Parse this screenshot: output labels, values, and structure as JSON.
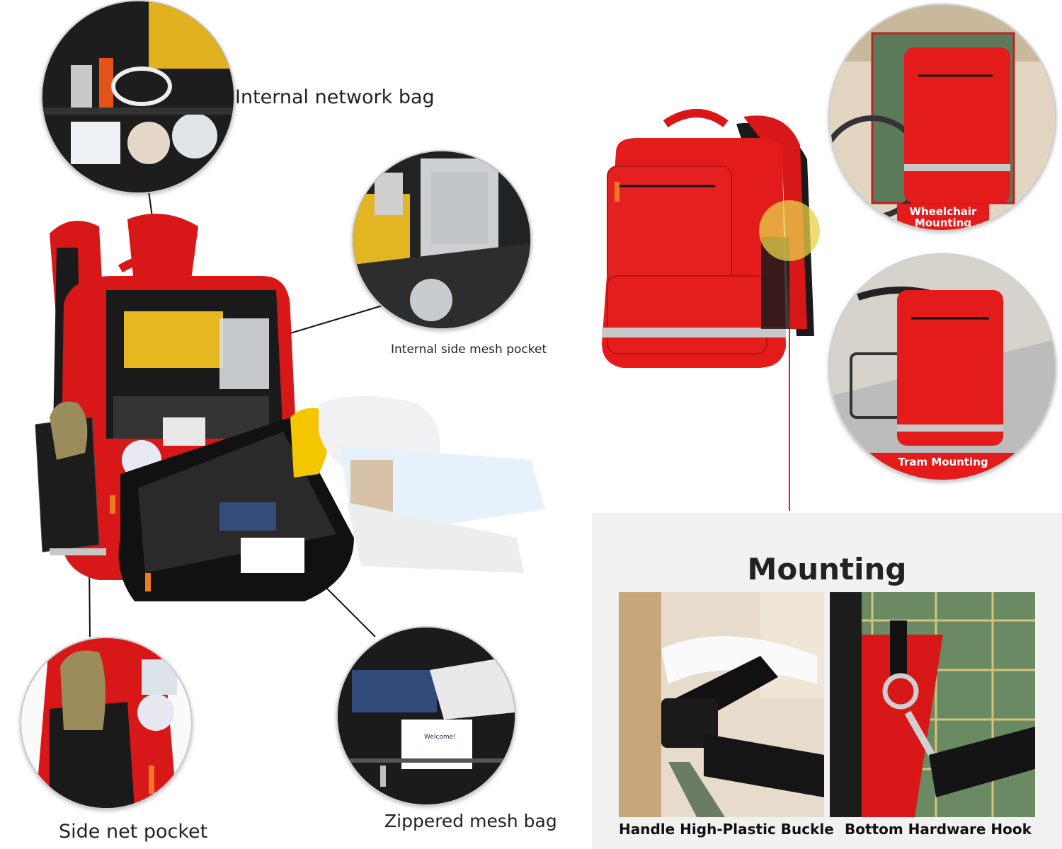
{
  "callouts": {
    "internal_network_bag": "Internal network bag",
    "internal_side_mesh_pocket": "Internal side mesh pocket",
    "side_net_pocket": "Side net pocket",
    "zippered_mesh_bag": "Zippered mesh bag",
    "welcome_card": "Welcome!"
  },
  "mounting_examples": {
    "wheelchair": "Wheelchair Mounting",
    "tram": "Tram Mounting"
  },
  "mounting_panel": {
    "title": "Mounting",
    "left_caption": "Handle High-Plastic Buckle",
    "right_caption": "Bottom Hardware Hook"
  },
  "colors": {
    "bag_red": "#e31b1b",
    "bag_black": "#1a1a1a",
    "reflective": "#c8c8c8",
    "zipper_orange": "#f07a22",
    "highlight": "#e8d24a"
  }
}
